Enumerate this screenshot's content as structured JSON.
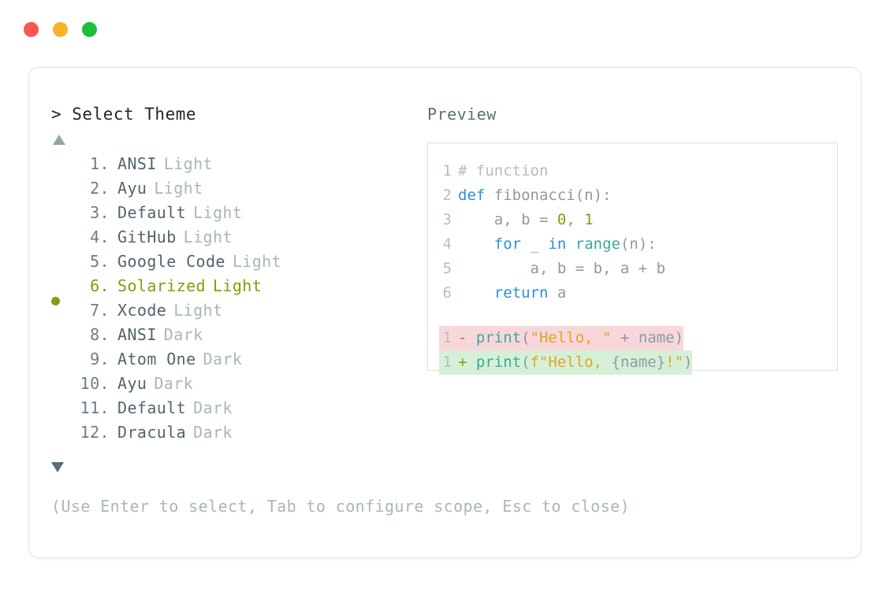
{
  "window": {
    "traffic_lights": [
      {
        "name": "close",
        "color": "#f9564f"
      },
      {
        "name": "minimize",
        "color": "#f5b425"
      },
      {
        "name": "maximize",
        "color": "#20bd39"
      }
    ]
  },
  "picker": {
    "prompt": "> Select Theme",
    "scroll_up_icon": "triangle-up-icon",
    "scroll_down_icon": "triangle-down-icon",
    "selected_index": 6,
    "selected_bullet_color": "#8a9a08",
    "items": [
      {
        "index": "1.",
        "name": "ANSI",
        "variant": "Light",
        "selected": false
      },
      {
        "index": "2.",
        "name": "Ayu",
        "variant": "Light",
        "selected": false
      },
      {
        "index": "3.",
        "name": "Default",
        "variant": "Light",
        "selected": false
      },
      {
        "index": "4.",
        "name": "GitHub",
        "variant": "Light",
        "selected": false
      },
      {
        "index": "5.",
        "name": "Google Code",
        "variant": "Light",
        "selected": false
      },
      {
        "index": "6.",
        "name": "Solarized",
        "variant": "Light",
        "selected": true
      },
      {
        "index": "7.",
        "name": "Xcode",
        "variant": "Light",
        "selected": false
      },
      {
        "index": "8.",
        "name": "ANSI",
        "variant": "Dark",
        "selected": false
      },
      {
        "index": "9.",
        "name": "Atom One",
        "variant": "Dark",
        "selected": false
      },
      {
        "index": "10.",
        "name": "Ayu",
        "variant": "Dark",
        "selected": false
      },
      {
        "index": "11.",
        "name": "Default",
        "variant": "Dark",
        "selected": false
      },
      {
        "index": "12.",
        "name": "Dracula",
        "variant": "Dark",
        "selected": false
      }
    ]
  },
  "preview": {
    "label": "Preview",
    "code_lines": [
      {
        "n": "1",
        "tokens": [
          {
            "t": "# function",
            "c": "tok-comment"
          }
        ]
      },
      {
        "n": "2",
        "tokens": [
          {
            "t": "def",
            "c": "tok-kw"
          },
          {
            "t": " ",
            "c": "tok-plain"
          },
          {
            "t": "fibonacci",
            "c": "tok-fn"
          },
          {
            "t": "(n):",
            "c": "tok-plain"
          }
        ]
      },
      {
        "n": "3",
        "tokens": [
          {
            "t": "    a, b = ",
            "c": "tok-plain"
          },
          {
            "t": "0",
            "c": "tok-num"
          },
          {
            "t": ", ",
            "c": "tok-plain"
          },
          {
            "t": "1",
            "c": "tok-num"
          }
        ]
      },
      {
        "n": "4",
        "tokens": [
          {
            "t": "    ",
            "c": "tok-plain"
          },
          {
            "t": "for",
            "c": "tok-kw"
          },
          {
            "t": " _ ",
            "c": "tok-plain"
          },
          {
            "t": "in",
            "c": "tok-kw"
          },
          {
            "t": " ",
            "c": "tok-plain"
          },
          {
            "t": "range",
            "c": "tok-builtin"
          },
          {
            "t": "(n):",
            "c": "tok-plain"
          }
        ]
      },
      {
        "n": "5",
        "tokens": [
          {
            "t": "        a, b = b, a + b",
            "c": "tok-plain"
          }
        ]
      },
      {
        "n": "6",
        "tokens": [
          {
            "t": "    ",
            "c": "tok-plain"
          },
          {
            "t": "return",
            "c": "tok-kw"
          },
          {
            "t": " a",
            "c": "tok-plain"
          }
        ]
      }
    ],
    "diff_lines": [
      {
        "n": "1",
        "marker": "-",
        "kind": "del",
        "bg": "#f8d7da",
        "tokens": [
          {
            "t": "print",
            "c": "tok-builtin"
          },
          {
            "t": "(",
            "c": "tok-plain"
          },
          {
            "t": "\"Hello, \"",
            "c": "tok-str"
          },
          {
            "t": " + name)",
            "c": "tok-plain"
          }
        ]
      },
      {
        "n": "1",
        "marker": "+",
        "kind": "add",
        "bg": "#d6f0d7",
        "tokens": [
          {
            "t": "print",
            "c": "tok-builtin"
          },
          {
            "t": "(",
            "c": "tok-plain"
          },
          {
            "t": "f\"Hello, ",
            "c": "tok-str"
          },
          {
            "t": "{name}",
            "c": "tok-plain"
          },
          {
            "t": "!\"",
            "c": "tok-str"
          },
          {
            "t": ")",
            "c": "tok-plain"
          }
        ]
      }
    ]
  },
  "footer": {
    "hint": "(Use Enter to select, Tab to configure scope, Esc to close)"
  }
}
